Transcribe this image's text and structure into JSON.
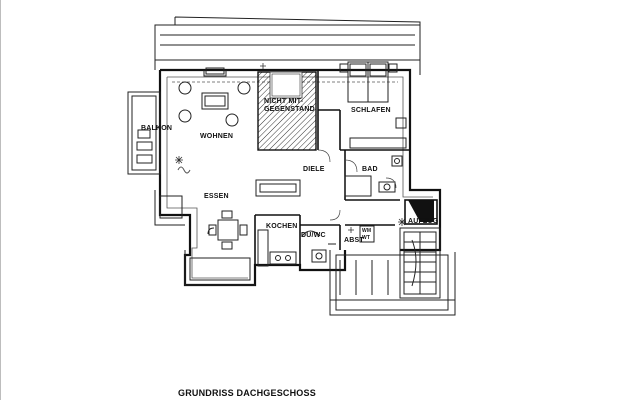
{
  "plan": {
    "caption": "GRUNDRISS DACHGESCHOSS",
    "rooms": {
      "balkon": "BALKON",
      "wohnen": "WOHNEN",
      "nicht_mitgegenstand_1": "NICHT MIT-",
      "nicht_mitgegenstand_2": "GEGENSTAND",
      "schlafen": "SCHLAFEN",
      "diele": "DIELE",
      "bad": "BAD",
      "essen": "ESSEN",
      "kochen": "KOCHEN",
      "du_wc": "DU/WC",
      "abst": "ABST",
      "wm_1": "WM",
      "wm_2": "WT",
      "aufzug": "AUFZUG"
    }
  }
}
